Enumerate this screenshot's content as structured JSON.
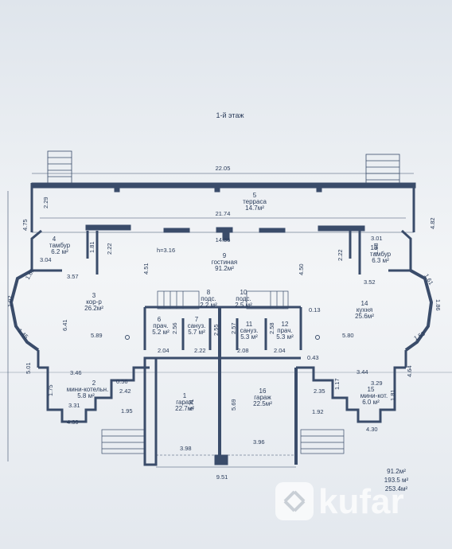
{
  "plan": {
    "title": "1-й этаж",
    "rooms": [
      {
        "n": "5",
        "name": "терраса",
        "area": "14.7м²"
      },
      {
        "n": "4",
        "name": "тамбур",
        "area": "6.2 м²"
      },
      {
        "n": "13",
        "name": "тамбур",
        "area": "6.3 м²"
      },
      {
        "n": "8",
        "name": "подс.",
        "area": "2.2 м²"
      },
      {
        "n": "10",
        "name": "подс.",
        "area": "2.5 м²"
      },
      {
        "n": "9",
        "name": "гостиная",
        "area": "91.2м²"
      },
      {
        "n": "3",
        "name": "кор-р",
        "area": "26.2м²"
      },
      {
        "n": "14",
        "name": "кухня",
        "area": "25.6м²"
      },
      {
        "n": "6",
        "name": "прач.",
        "area": "5.2 м²"
      },
      {
        "n": "7",
        "name": "сануз.",
        "area": "5.7 м²"
      },
      {
        "n": "11",
        "name": "сануз.",
        "area": "5.3 м²"
      },
      {
        "n": "12",
        "name": "прач.",
        "area": "5.3 м²"
      },
      {
        "n": "2",
        "name": "мини-котельн.",
        "area": "5.8 м²"
      },
      {
        "n": "15",
        "name": "мини-кот.",
        "area": "6.0 м²"
      },
      {
        "n": "1",
        "name": "гараж",
        "area": "22.7м²"
      },
      {
        "n": "16",
        "name": "гараж",
        "area": "22.5м²"
      }
    ],
    "dims": {
      "top": "22.05",
      "terrace_w": "21.74",
      "left_side": "4.75",
      "terrace_h": "2.29",
      "right_side": "4.82",
      "hall_w": "14.36",
      "h": "h=3.16",
      "t_left_w": "3.04",
      "t_left_h": "1.81",
      "t_left_2": "2.22",
      "t_right_w": "3.01",
      "t_right_h": "1.88",
      "t_right_2": "2.22",
      "l_357": "3.57",
      "r_352": "3.52",
      "l_451": "4.51",
      "r_450": "4.50",
      "l_181": "1.81",
      "r_161": "1.61",
      "l_192": "1.92",
      "r_186": "1.86",
      "l_641": "6.41",
      "l_145": "1.45",
      "r_153": "1.53",
      "l_589": "5.89",
      "r_580": "5.80",
      "r_013": "0.13",
      "r_043": "0.43",
      "d_256": "2.56",
      "d_255": "2.55",
      "d_257": "2.57",
      "d_258": "2.58",
      "d_204a": "2.04",
      "d_222": "2.22",
      "d_208": "2.08",
      "d_204b": "2.04",
      "l_501": "5.01",
      "l_346": "3.46",
      "l_175": "1.75",
      "l_056": "0.56",
      "l_242": "2.42",
      "l_331": "3.31",
      "l_195": "1.95",
      "l_430": "4.30",
      "r_344": "3.44",
      "r_464": "4.64",
      "r_235": "2.35",
      "r_117": "1.17",
      "r_329": "3.29",
      "r_181": "1.81",
      "r_192": "1.92",
      "r_430": "4.30",
      "g_571": "5.71",
      "g_569": "5.69",
      "g_398": "3.98",
      "g_396": "3.96",
      "bottom": "9.51"
    },
    "totals": [
      "91.2м²",
      "193.5 м²",
      "253.4м²"
    ]
  },
  "watermark": "kufar",
  "colors": {
    "paper": "#eef1f4",
    "ink": "#2a3c5a",
    "wall": "#3a4c6a"
  }
}
